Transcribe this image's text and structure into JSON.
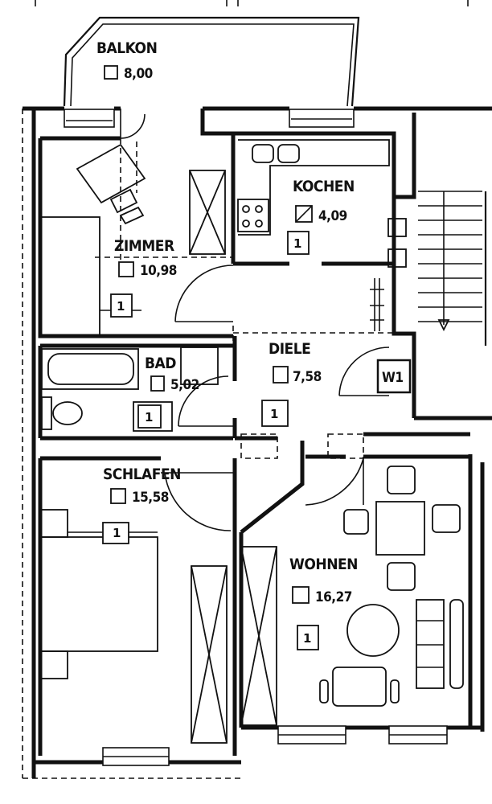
{
  "rooms": {
    "balkon": {
      "name": "BALKON",
      "area": "8,00",
      "count": ""
    },
    "zimmer": {
      "name": "ZIMMER",
      "area": "10,98",
      "count": "1"
    },
    "kochen": {
      "name": "KOCHEN",
      "area": "4,09",
      "count": "1"
    },
    "bad": {
      "name": "BAD",
      "area": "5,02",
      "count": "1"
    },
    "diele": {
      "name": "DIELE",
      "area": "7,58",
      "count": "1"
    },
    "schlafen": {
      "name": "SCHLAFEN",
      "area": "15,58",
      "count": "1"
    },
    "wohnen": {
      "name": "WOHNEN",
      "area": "16,27",
      "count": "1"
    }
  },
  "marks": {
    "w1": "W1"
  }
}
